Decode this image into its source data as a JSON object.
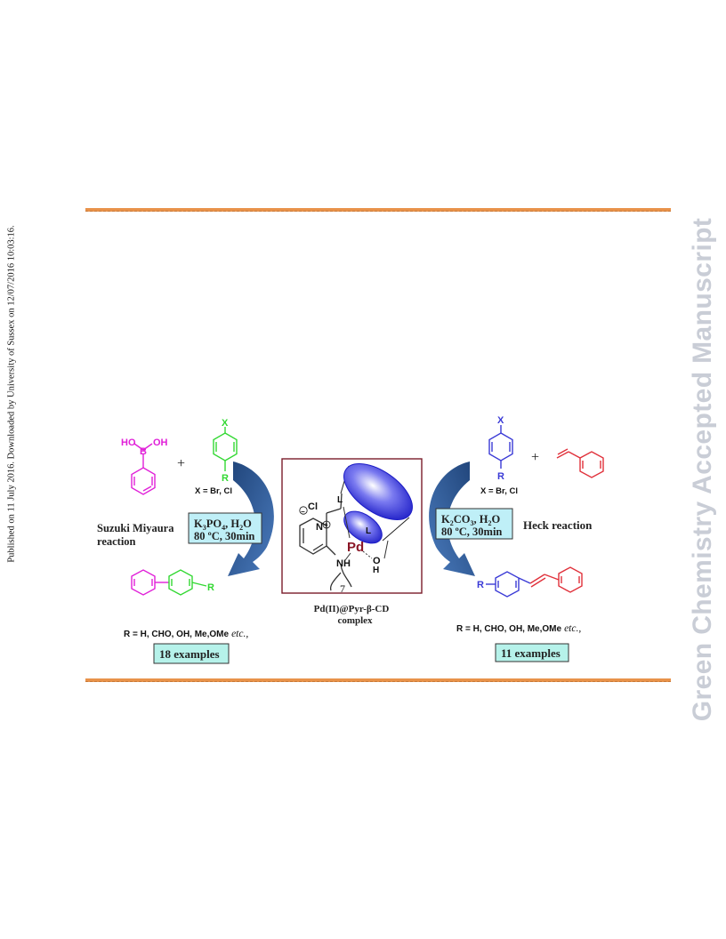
{
  "sidebar_left": "Published on 11 July 2016. Downloaded by University of Sussex on 12/07/2016 10:03:16.",
  "watermark": "Green Chemistry Accepted Manuscript",
  "scheme": {
    "left": {
      "boronic_labels": [
        "HO",
        "B",
        "OH"
      ],
      "plus": "+",
      "halide_top_label": "X",
      "halide_bottom_label": "R",
      "halide_note": "X = Br, Cl",
      "reaction_name_line1": "Suzuki Miyaura",
      "reaction_name_line2": "reaction",
      "cond_line1_parts": [
        "K",
        "3",
        "PO",
        "4",
        ", H",
        "2",
        "O"
      ],
      "cond_line2": "80 ºC, 30min",
      "product_label": "R",
      "r_note": "R = H, CHO, OH, Me,OMe",
      "r_note_etc": "etc.,",
      "examples": "18 examples"
    },
    "right": {
      "halide_top_label": "X",
      "halide_bottom_label": "R",
      "plus": "+",
      "halide_note": "X = Br, Cl",
      "cond_line1_parts": [
        "K",
        "2",
        "CO",
        "3",
        ", H",
        "2",
        "O"
      ],
      "cond_line2": "80 ºC, 30min",
      "reaction_name": "Heck reaction",
      "product_label": "R",
      "r_note": "R = H, CHO, OH, Me,OMe",
      "r_note_etc": "etc.,",
      "examples": "11 examples"
    },
    "catalyst": {
      "chloride": "Cl",
      "minus": "−",
      "nitrogen": "N",
      "plus": "+",
      "metal": "Pd",
      "ligand_a": "L",
      "ligand_b": "L",
      "nh": "NH",
      "oxygen": "O",
      "h": "H",
      "chain": "7",
      "caption_line1": "Pd(II)@Pyr-β-CD",
      "caption_line2": "complex"
    }
  },
  "colors": {
    "magenta": "#e020d8",
    "green": "#32d832",
    "blue": "#3a3ad6",
    "red": "#e0303a",
    "arrow": "#2d5a93",
    "rule": "#e8924a",
    "box": "#7a1d2a",
    "cond_fill": "#bfeff7",
    "examples_fill": "#b6f2ea"
  }
}
